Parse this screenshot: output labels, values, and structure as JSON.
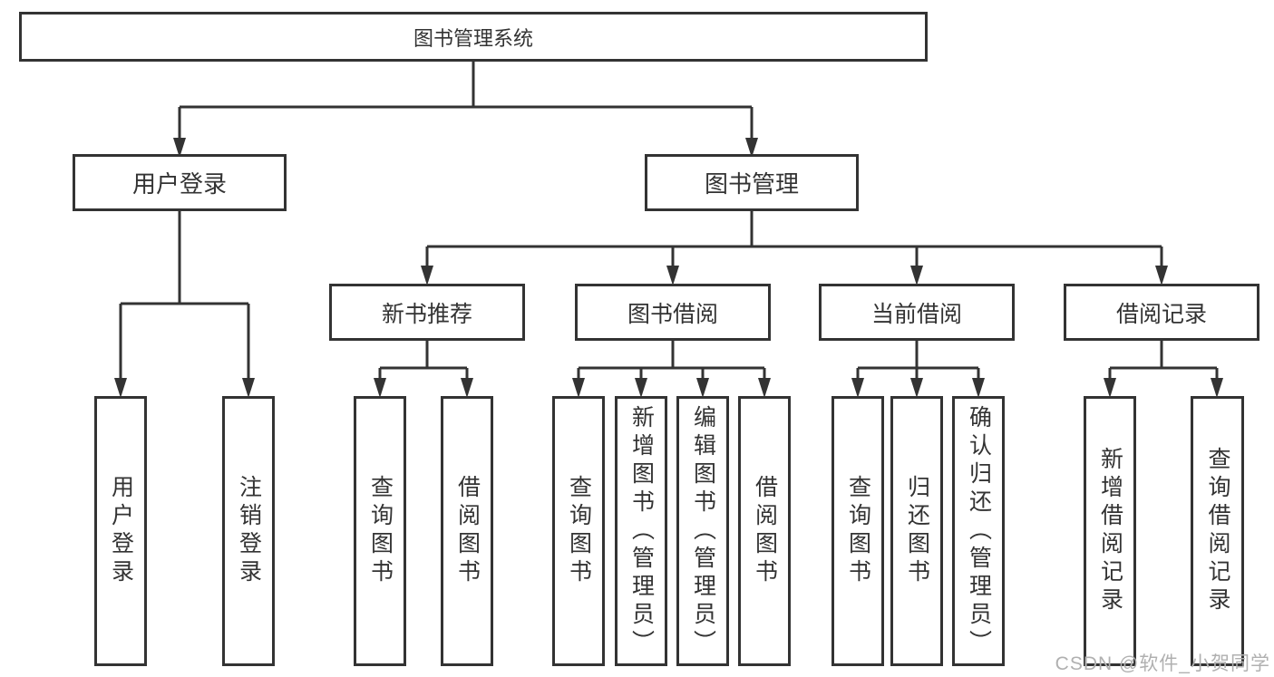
{
  "diagram": {
    "root": {
      "label": "图书管理系统",
      "children": [
        {
          "label": "用户登录",
          "children": [
            {
              "label": "用户登录"
            },
            {
              "label": "注销登录"
            }
          ]
        },
        {
          "label": "图书管理",
          "children": [
            {
              "label": "新书推荐",
              "children": [
                {
                  "label": "查询图书"
                },
                {
                  "label": "借阅图书"
                }
              ]
            },
            {
              "label": "图书借阅",
              "children": [
                {
                  "label": "查询图书"
                },
                {
                  "label": "新增图书（管理员）"
                },
                {
                  "label": "编辑图书（管理员）"
                },
                {
                  "label": "借阅图书"
                }
              ]
            },
            {
              "label": "当前借阅",
              "children": [
                {
                  "label": "查询图书"
                },
                {
                  "label": "归还图书"
                },
                {
                  "label": "确认归还（管理员）"
                }
              ]
            },
            {
              "label": "借阅记录",
              "children": [
                {
                  "label": "新增借阅记录"
                },
                {
                  "label": "查询借阅记录"
                }
              ]
            }
          ]
        }
      ]
    },
    "watermark": "CSDN @软件_小贺同学",
    "colors": {
      "line": "#333333",
      "text": "#333333",
      "box_background": "#ffffff",
      "watermark": "#b0b0b0",
      "background": "#ffffff"
    }
  }
}
